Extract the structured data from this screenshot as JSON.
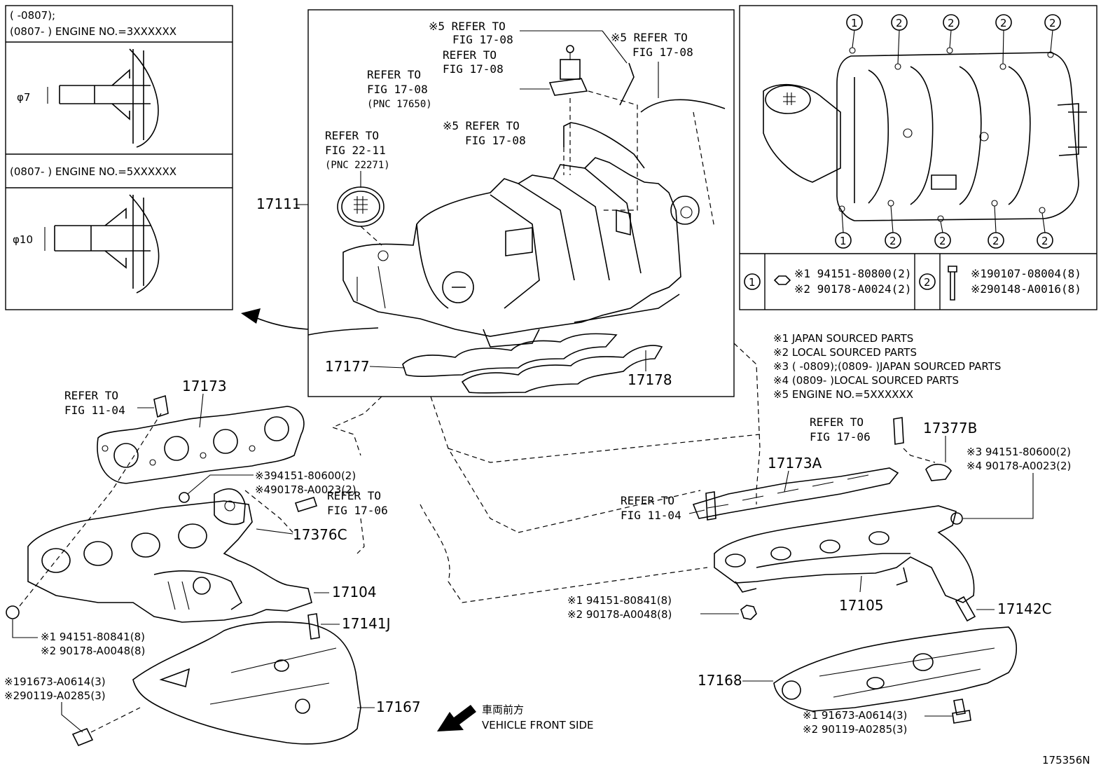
{
  "inset_upper": {
    "line1": "(     -0807);",
    "line2": "(0807-      ) ENGINE NO.=3XXXXXX",
    "dim": "φ7"
  },
  "inset_lower": {
    "line1": "(0807-      ) ENGINE NO.=5XXXXXX",
    "dim": "φ10"
  },
  "manifold_box": {
    "refs": [
      "※5 REFER TO",
      "FIG 17-08",
      "REFER TO",
      "FIG 17-08",
      "※5 REFER TO",
      "FIG 17-08",
      "REFER TO",
      "FIG 17-08",
      "(PNC 17650)",
      "※5 REFER TO",
      "FIG 17-08",
      "REFER TO",
      "FIG 22-11",
      "(PNC 22271)"
    ],
    "part_17111": "17111",
    "part_17177": "17177",
    "part_17178": "17178"
  },
  "fastener_table": {
    "circle1": "1",
    "circle2": "2",
    "c1_line1": "※1 94151-80800(2)",
    "c1_line2": "※2 90178-A0024(2)",
    "c2_line1": "※190107-08004(8)",
    "c2_line2": "※290148-A0016(8)"
  },
  "legend": [
    "※1 JAPAN SOURCED PARTS",
    "※2 LOCAL SOURCED PARTS",
    "※3 (       -0809);(0809-       )JAPAN SOURCED PARTS",
    "※4 (0809-       )LOCAL SOURCED PARTS",
    "※5 ENGINE NO.=5XXXXXX"
  ],
  "left_bank": {
    "ref_11_04": [
      "REFER TO",
      "FIG 11-04"
    ],
    "p17173": "17173",
    "nut_a": [
      "※394151-80600(2)",
      "※490178-A0023(2)"
    ],
    "ref_17_06": [
      "REFER TO",
      "FIG 17-06"
    ],
    "p17376C": "17376C",
    "p17104": "17104",
    "p17141J": "17141J",
    "nut_b": [
      "※1 94151-80841(8)",
      "※2 90178-A0048(8)"
    ],
    "bolt": [
      "※191673-A0614(3)",
      "※290119-A0285(3)"
    ],
    "p17167": "17167"
  },
  "right_bank": {
    "ref_17_06": [
      "REFER TO",
      "FIG 17-06"
    ],
    "p17377B": "17377B",
    "nut_a": [
      "※3  94151-80600(2)",
      "※4  90178-A0023(2)"
    ],
    "p17173A": "17173A",
    "ref_11_04": [
      "REFER TO",
      "FIG 11-04"
    ],
    "nut_b": [
      "※1  94151-80841(8)",
      "※2  90178-A0048(8)"
    ],
    "p17105": "17105",
    "p17142C": "17142C",
    "p17168": "17168",
    "bolt": [
      "※1 91673-A0614(3)",
      "※2 90119-A0285(3)"
    ]
  },
  "front_label": {
    "jp": "車両前方",
    "en": "VEHICLE FRONT SIDE"
  },
  "diagram_id": "175356N"
}
